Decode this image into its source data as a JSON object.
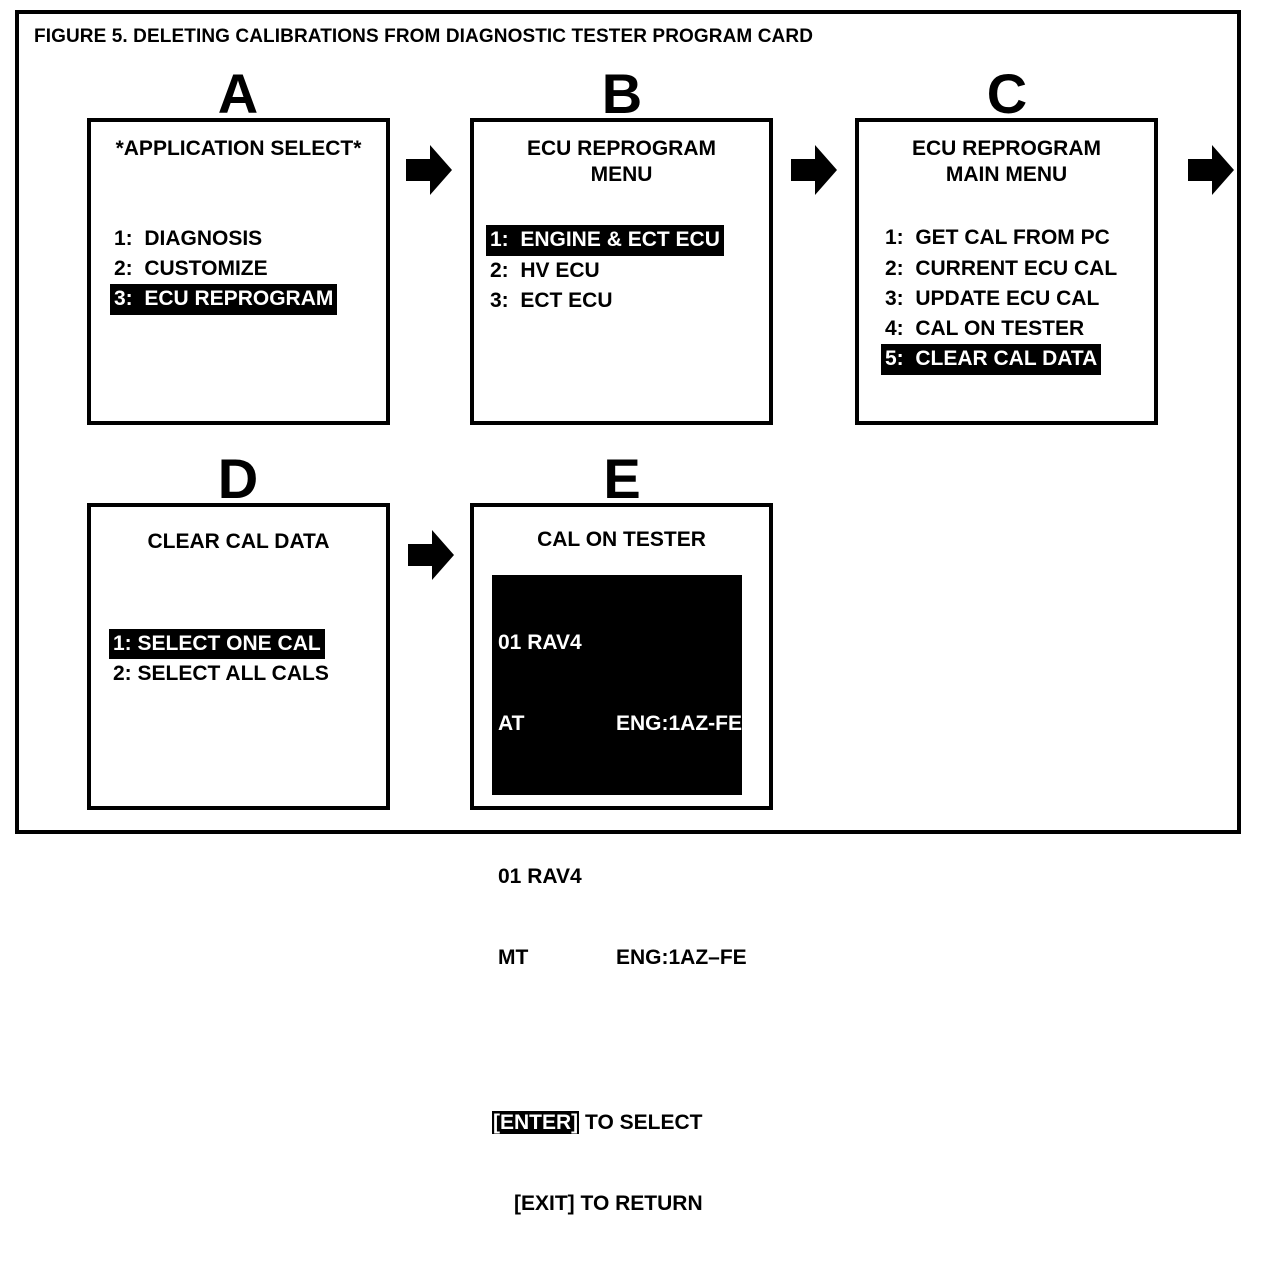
{
  "figure": {
    "caption": "FIGURE 5.  DELETING CALIBRATIONS FROM DIAGNOSTIC TESTER PROGRAM CARD",
    "border_color": "#000000",
    "background_color": "#ffffff",
    "highlight_background": "#000000",
    "highlight_text_color": "#ffffff"
  },
  "panels": {
    "a": {
      "letter": "A",
      "title": "*APPLICATION SELECT*",
      "items": [
        {
          "label": "1:  DIAGNOSIS",
          "highlighted": false
        },
        {
          "label": "2:  CUSTOMIZE",
          "highlighted": false
        },
        {
          "label": "3:  ECU REPROGRAM",
          "highlighted": true
        }
      ]
    },
    "b": {
      "letter": "B",
      "title": "ECU REPROGRAM\nMENU",
      "items": [
        {
          "label": "1:  ENGINE & ECT ECU",
          "highlighted": true
        },
        {
          "label": "2:  HV ECU",
          "highlighted": false
        },
        {
          "label": "3:  ECT ECU",
          "highlighted": false
        }
      ]
    },
    "c": {
      "letter": "C",
      "title": "ECU REPROGRAM\nMAIN MENU",
      "items": [
        {
          "label": "1:  GET CAL FROM PC",
          "highlighted": false
        },
        {
          "label": "2:  CURRENT ECU CAL",
          "highlighted": false
        },
        {
          "label": "3:  UPDATE ECU CAL",
          "highlighted": false
        },
        {
          "label": "4:  CAL ON TESTER",
          "highlighted": false
        },
        {
          "label": "5:  CLEAR CAL DATA",
          "highlighted": true
        }
      ]
    },
    "d": {
      "letter": "D",
      "title": "CLEAR CAL DATA",
      "items": [
        {
          "label": "1: SELECT ONE CAL",
          "highlighted": true
        },
        {
          "label": "2: SELECT ALL CALS",
          "highlighted": false
        }
      ]
    },
    "e": {
      "letter": "E",
      "title": "CAL ON TESTER",
      "entries": [
        {
          "line1": "01 RAV4",
          "trans": "AT",
          "engine": "ENG:1AZ-FE",
          "highlighted": true
        },
        {
          "line1": "01 RAV4",
          "trans": "MT",
          "engine": "ENG:1AZ–FE",
          "highlighted": false
        }
      ],
      "hints": [
        {
          "key": "[ENTER]",
          "key_highlighted": true,
          "text": " TO SELECT"
        },
        {
          "key": "[EXIT]",
          "key_highlighted": false,
          "text": " TO RETURN"
        }
      ]
    }
  },
  "arrows": [
    {
      "name": "arrow-a-to-b"
    },
    {
      "name": "arrow-b-to-c"
    },
    {
      "name": "arrow-c-to-d"
    },
    {
      "name": "arrow-d-to-e"
    }
  ]
}
